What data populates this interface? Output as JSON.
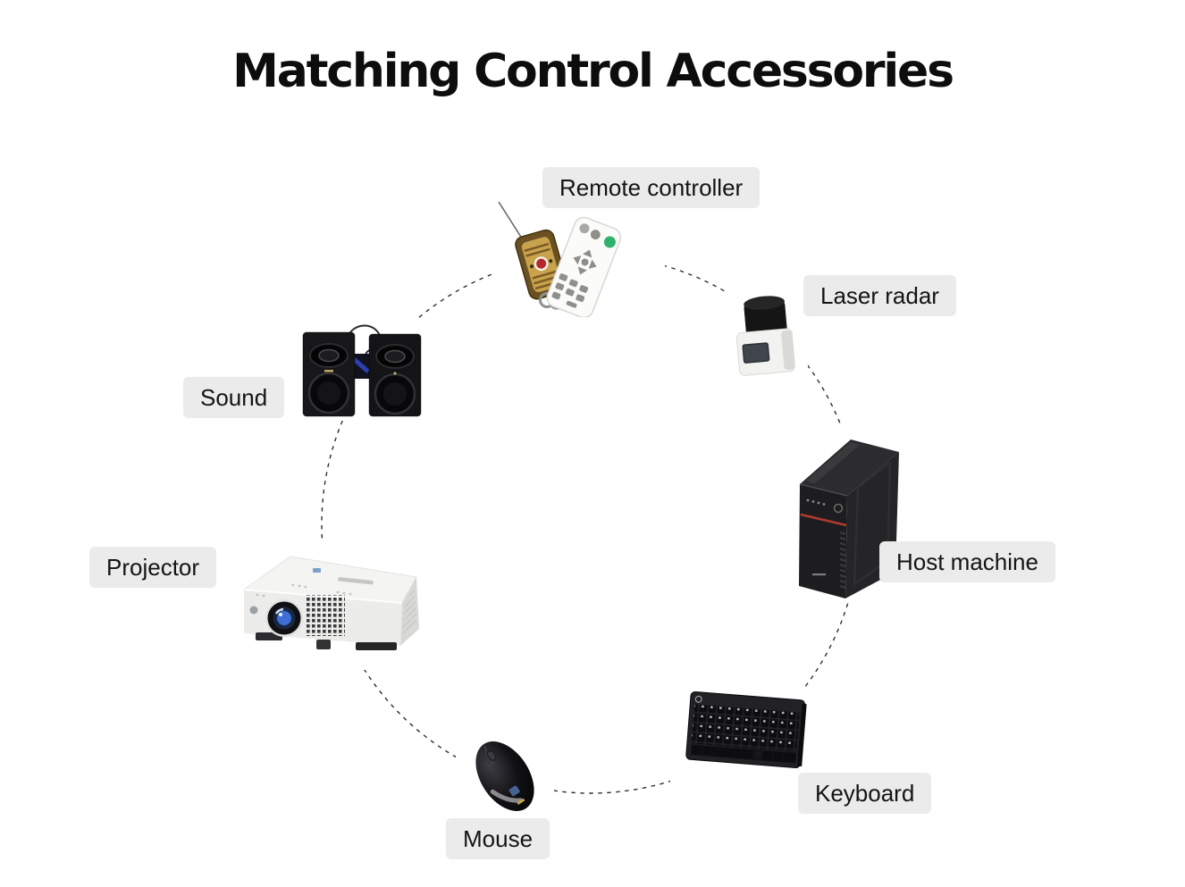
{
  "title": "Matching Control Accessories",
  "items": {
    "remote_controller": {
      "label": "Remote controller"
    },
    "laser_radar": {
      "label": "Laser radar"
    },
    "host_machine": {
      "label": "Host machine"
    },
    "keyboard": {
      "label": "Keyboard"
    },
    "mouse": {
      "label": "Mouse"
    },
    "projector": {
      "label": "Projector"
    },
    "sound": {
      "label": "Sound"
    }
  },
  "colors": {
    "background": "#ffffff",
    "title_text": "#0d0d0d",
    "label_background": "#ebebeb",
    "label_text": "#141414",
    "dashed_line": "#2e2e2e",
    "host_red_stripe": "#b03a2e",
    "remote_green_button": "#2db36a",
    "projector_blue_lens": "#3f6fd6",
    "keyfob_gold": "#c8a24c"
  }
}
